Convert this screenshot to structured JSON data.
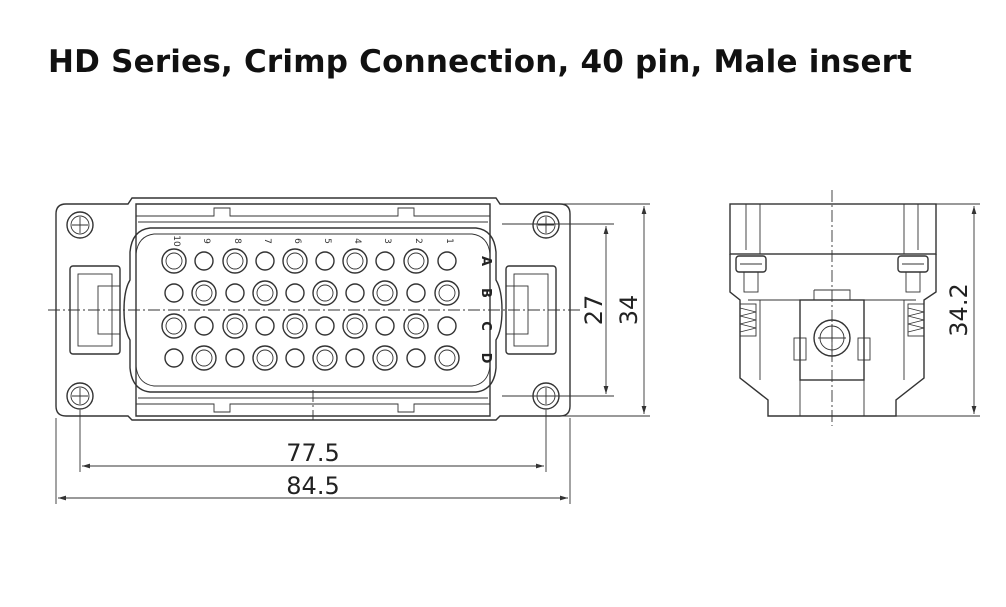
{
  "title": "HD Series, Crimp Connection, 40 pin, Male insert",
  "dimensions": {
    "inner_width": "77.5",
    "outer_width": "84.5",
    "pin_field_height": "27",
    "body_height": "34",
    "side_height": "34.2"
  },
  "row_labels": [
    "A",
    "B",
    "C",
    "D"
  ],
  "column_labels": [
    "10",
    "9",
    "8",
    "7",
    "6",
    "5",
    "4",
    "3",
    "2",
    "1"
  ]
}
